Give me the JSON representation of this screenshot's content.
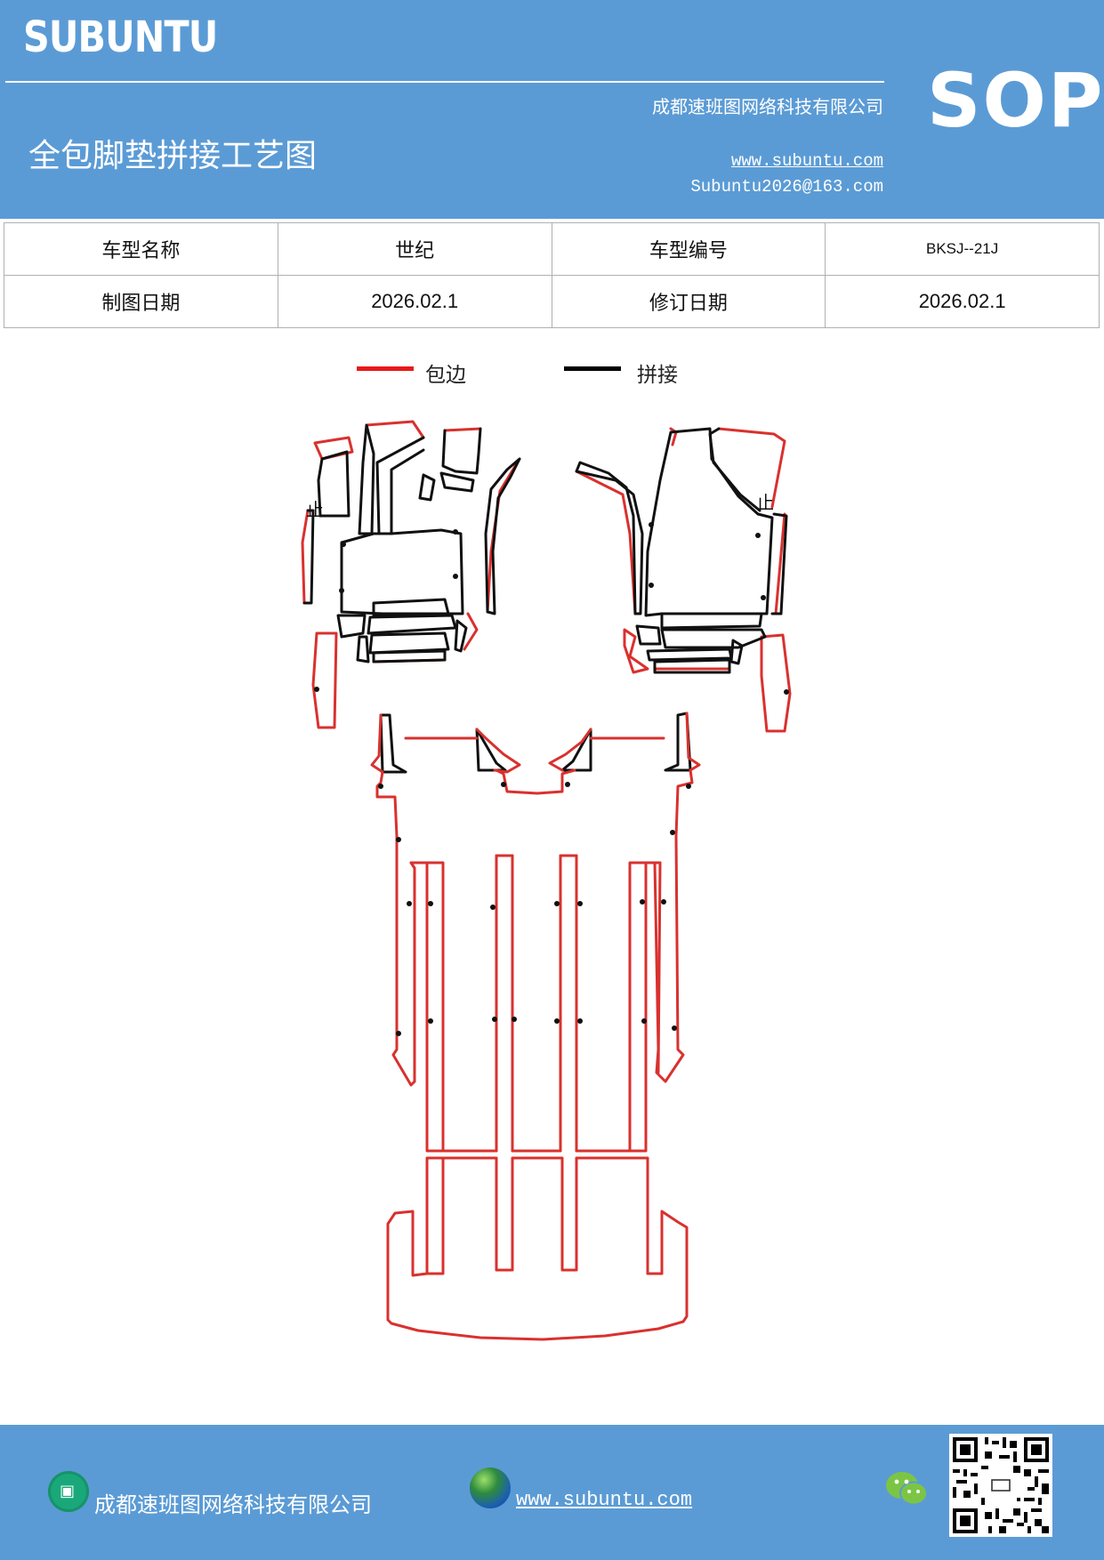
{
  "header": {
    "brand": "SUBUNTU",
    "badge": "SOP",
    "company": "成都速班图网络科技有限公司",
    "title": "全包脚垫拼接工艺图",
    "website": "www.subuntu.com",
    "email": "Subuntu2026@163.com"
  },
  "info_table": {
    "model_name_label": "车型名称",
    "model_name_value": "世纪",
    "model_code_label": "车型编号",
    "model_code_value": "BKSJ--21J",
    "draw_date_label": "制图日期",
    "draw_date_value": "2026.02.1",
    "revise_date_label": "修订日期",
    "revise_date_value": "2026.02.1"
  },
  "legend": {
    "items": [
      {
        "label": "包边",
        "color": "#e8191a"
      },
      {
        "label": "拼接",
        "color": "#000000"
      }
    ]
  },
  "diagram": {
    "stop_mark": "止",
    "colors": {
      "edge": "#d9312e",
      "seam": "#111111"
    }
  },
  "footer": {
    "company": "成都速班图网络科技有限公司",
    "website": "www.subuntu.com "
  },
  "colors": {
    "brand_blue": "#5b9bd5"
  }
}
